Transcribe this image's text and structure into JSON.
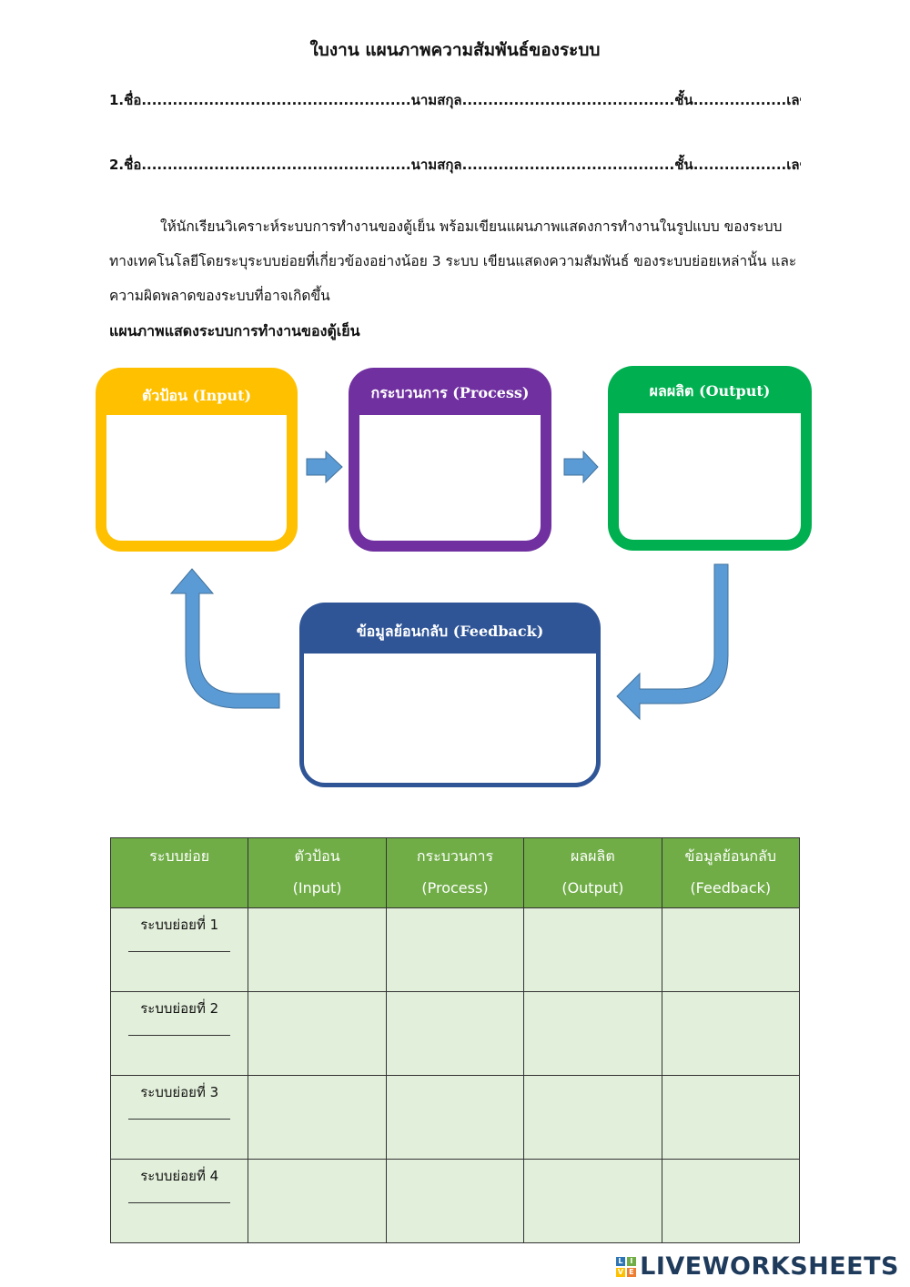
{
  "worksheet": {
    "title": "ใบงาน แผนภาพความสัมพันธ์ของระบบ",
    "student_line_1": "1.ชื่อ....................................................นามสกุล.........................................ชั้น..................เลขที่..............",
    "student_line_2": "2.ชื่อ....................................................นามสกุล.........................................ชั้น..................เลขที่..............",
    "instructions": "ให้นักเรียนวิเคราะห์ระบบการทำงานของตู้เย็น พร้อมเขียนแผนภาพแสดงการทำงานในรูปแบบ ของระบบทางเทคโนโลยีโดยระบุระบบย่อยที่เกี่ยวข้องอย่างน้อย 3 ระบบ เขียนแสดงความสัมพันธ์ ของระบบย่อยเหล่านั้น และความผิดพลาดของระบบที่อาจเกิดขึ้น",
    "diagram_heading": "แผนภาพแสดงระบบการทำงานของตู้เย็น"
  },
  "diagram": {
    "input_label": "ตัวป้อน (Input)",
    "process_label": "กระบวนการ (Process)",
    "output_label": "ผลผลิต (Output)",
    "feedback_label": "ข้อมูลย้อนกลับ (Feedback)",
    "colors": {
      "input": "#ffc000",
      "process": "#7030a0",
      "output": "#00b050",
      "feedback": "#2f5597",
      "arrow": "#5b9bd5"
    }
  },
  "table": {
    "headers": [
      {
        "line1": "ระบบย่อย",
        "line2": ""
      },
      {
        "line1": "ตัวป้อน",
        "line2": "(Input)"
      },
      {
        "line1": "กระบวนการ",
        "line2": "(Process)"
      },
      {
        "line1": "ผลผลิต",
        "line2": "(Output)"
      },
      {
        "line1": "ข้อมูลย้อนกลับ",
        "line2": "(Feedback)"
      }
    ],
    "rows": [
      {
        "label": "ระบบย่อยที่ 1"
      },
      {
        "label": "ระบบย่อยที่ 2"
      },
      {
        "label": "ระบบย่อยที่ 3"
      },
      {
        "label": "ระบบย่อยที่ 4"
      }
    ]
  },
  "branding": {
    "logo_letters": [
      "L",
      "I",
      "V",
      "E"
    ],
    "name": "LIVEWORKSHEETS"
  }
}
